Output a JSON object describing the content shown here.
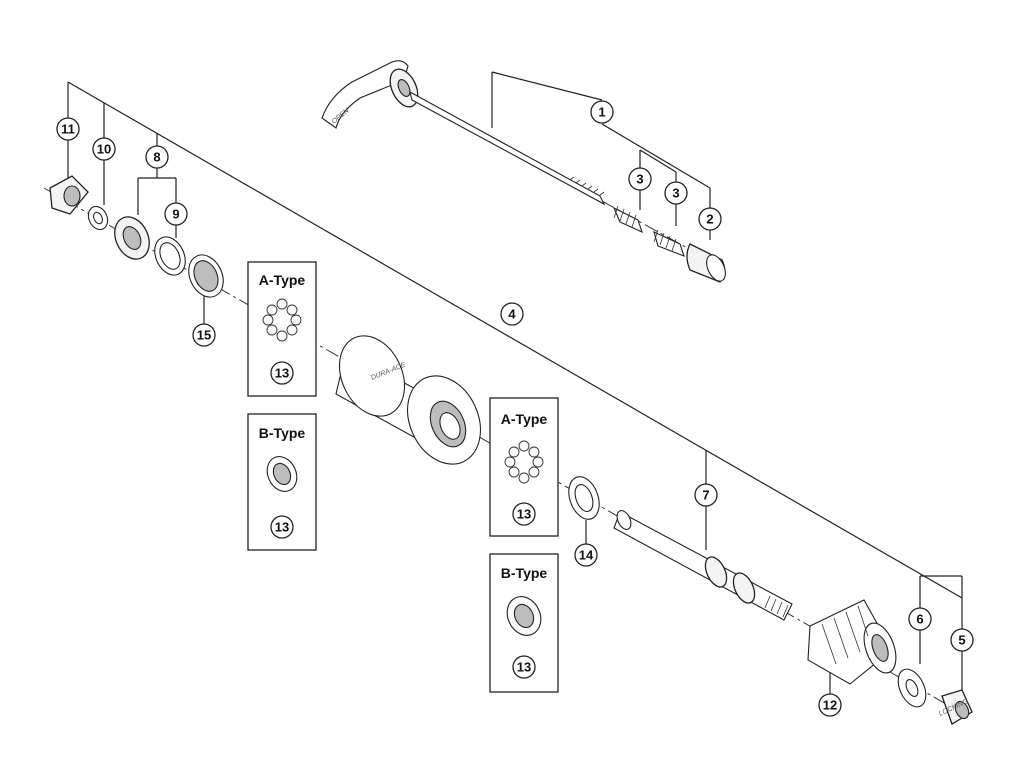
{
  "callouts": {
    "c1": "1",
    "c2": "2",
    "c3a": "3",
    "c3b": "3",
    "c4": "4",
    "c5": "5",
    "c6": "6",
    "c7": "7",
    "c8": "8",
    "c9": "9",
    "c10": "10",
    "c11": "11",
    "c12": "12",
    "c13a": "13",
    "c13b": "13",
    "c13c": "13",
    "c13d": "13",
    "c14": "14",
    "c15": "15"
  },
  "boxes": {
    "a_type_left": "A-Type",
    "b_type_left": "B-Type",
    "a_type_right": "A-Type",
    "b_type_right": "B-Type"
  },
  "labels": {
    "lever_text": "OPEN",
    "hub_brand": "DURA-ACE",
    "locknut_text": "LOCKING"
  }
}
